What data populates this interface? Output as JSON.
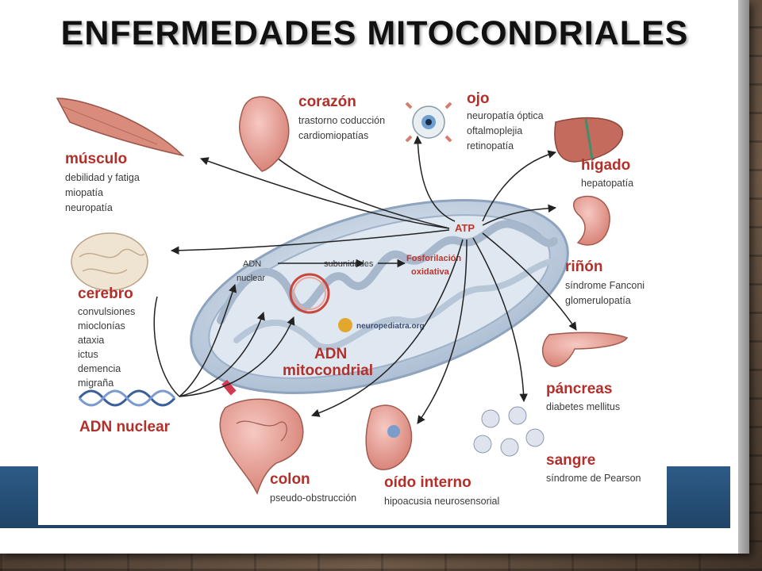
{
  "slide": {
    "title": "ENFERMEDADES MITOCONDRIALES"
  },
  "diagram": {
    "center": {
      "atp": "ATP",
      "adn_nuclear_inner_1": "ADN",
      "adn_nuclear_inner_2": "nuclear",
      "subunidades": "subunidades",
      "fosforilacion_1": "Fosforilación",
      "fosforilacion_2": "oxidativa",
      "watermark": "neuropediatra.org",
      "adn_mito_1": "ADN",
      "adn_mito_2": "mitocondrial",
      "adn_nuclear_outer": "ADN nuclear"
    },
    "organs": {
      "musculo": {
        "name": "músculo",
        "items": [
          "debilidad y fatiga",
          "miopatía",
          "neuropatía"
        ]
      },
      "corazon": {
        "name": "corazón",
        "items": [
          "trastorno coducción",
          "cardiomiopatías"
        ]
      },
      "ojo": {
        "name": "ojo",
        "items": [
          "neuropatía óptica",
          "oftalmoplejia",
          "retinopatía"
        ]
      },
      "higado": {
        "name": "hígado",
        "items": [
          "hepatopatía"
        ]
      },
      "rinon": {
        "name": "riñón",
        "items": [
          "síndrome Fanconi",
          "glomerulopatía"
        ]
      },
      "cerebro": {
        "name": "cerebro",
        "items": [
          "convulsiones",
          "mioclonías",
          "ataxia",
          "ictus",
          "demencia",
          "migraña"
        ]
      },
      "pancreas": {
        "name": "páncreas",
        "items": [
          "diabetes mellitus"
        ]
      },
      "sangre": {
        "name": "sangre",
        "items": [
          "síndrome de Pearson"
        ]
      },
      "oido": {
        "name": "oído interno",
        "items": [
          "hipoacusia neurosensorial"
        ]
      },
      "colon": {
        "name": "colon",
        "items": [
          "pseudo-obstrucción"
        ]
      }
    },
    "colors": {
      "accent_red": "#b3302a",
      "band_blue": "#1f4467",
      "mito_blue": "#c9d6e6"
    }
  }
}
